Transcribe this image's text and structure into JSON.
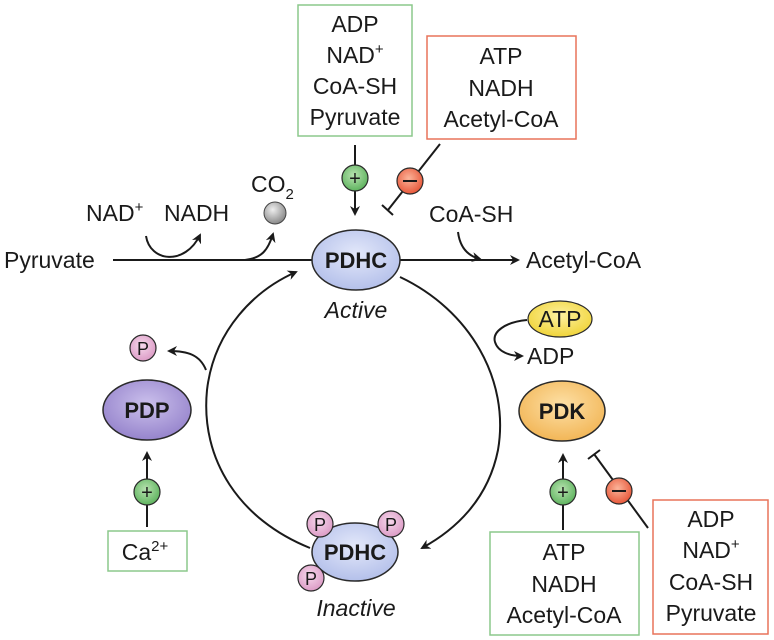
{
  "title": "Regulation of pyruvate dehydrogenase complex (PDHC)",
  "colors": {
    "activator_box": "#8cc88c",
    "inhibitor_box": "#e8735a",
    "plus_circle": "#6cbf6c",
    "minus_circle": "#ee6a4a",
    "pdhc_fill": "#c6cff0",
    "pdp_fill": "#a99ad6",
    "pdk_fill": "#f6c26b",
    "atp_fill": "#f5df4d",
    "phosphate_fill": "#e8b3d6",
    "co2_fill": "#a8a8a8"
  },
  "reaction": {
    "substrate": "Pyruvate",
    "product": "Acetyl-CoA",
    "cofactor_in": "NAD",
    "cofactor_in_sup": "+",
    "cofactor_out": "NADH",
    "gas": "CO",
    "gas_sub": "2",
    "coa": "CoA-SH"
  },
  "enzymes": {
    "pdhc_active": {
      "label": "PDHC",
      "state": "Active"
    },
    "pdhc_inactive": {
      "label": "PDHC",
      "state": "Inactive",
      "phosphate": "P"
    },
    "pdp": {
      "label": "PDP",
      "released": "P"
    },
    "pdk": {
      "label": "PDK",
      "atp": "ATP",
      "adp": "ADP"
    }
  },
  "regulators": {
    "pdhc_activators": {
      "sign": "+",
      "items": [
        "ADP",
        "NAD+",
        "CoA-SH",
        "Pyruvate"
      ]
    },
    "pdhc_inhibitors": {
      "sign": "−",
      "items": [
        "ATP",
        "NADH",
        "Acetyl-CoA"
      ]
    },
    "pdp_activator": {
      "sign": "+",
      "label": "Ca",
      "sup": "2+"
    },
    "pdk_activators": {
      "sign": "+",
      "items": [
        "ATP",
        "NADH",
        "Acetyl-CoA"
      ]
    },
    "pdk_inhibitors": {
      "sign": "−",
      "items": [
        "ADP",
        "NAD+",
        "CoA-SH",
        "Pyruvate"
      ]
    }
  }
}
